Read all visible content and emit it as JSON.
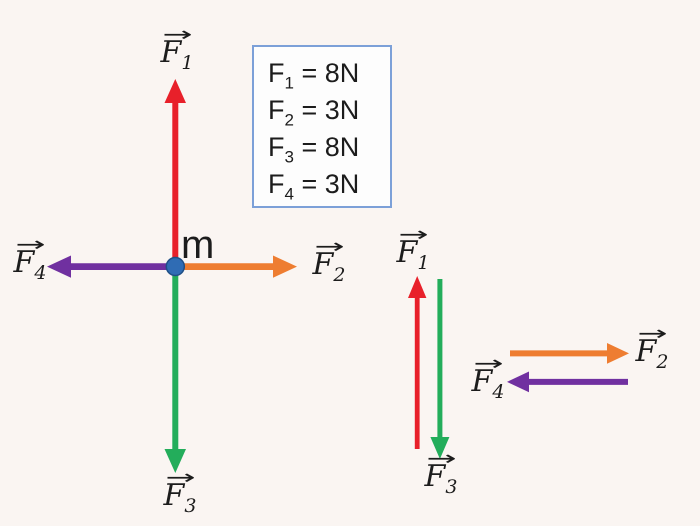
{
  "colors": {
    "background": "#faf5f2",
    "red": "#e8202a",
    "orange": "#ee7d31",
    "green": "#23ad5b",
    "purple": "#7030a0",
    "dot_blue": "#2f6cb4",
    "dot_stroke": "#1f4f86",
    "legend_border": "#7ca0d8",
    "legend_bg": "#fdfdfd",
    "text": "#1c1c1c"
  },
  "symbols": {
    "vector_arrow": "→"
  },
  "vectors": {
    "f1": {
      "name": "F",
      "sub": "1",
      "magnitude": "8N",
      "direction": "up"
    },
    "f2": {
      "name": "F",
      "sub": "2",
      "magnitude": "3N",
      "direction": "right"
    },
    "f3": {
      "name": "F",
      "sub": "3",
      "magnitude": "8N",
      "direction": "down"
    },
    "f4": {
      "name": "F",
      "sub": "4",
      "magnitude": "3N",
      "direction": "left"
    }
  },
  "left_diagram": {
    "mass_label": "m"
  },
  "legend": {
    "rows": [
      {
        "symbol": "F",
        "sub": "1",
        "rest": " = 8N"
      },
      {
        "symbol": "F",
        "sub": "2",
        "rest": " = 3N"
      },
      {
        "symbol": "F",
        "sub": "3",
        "rest": " = 8N"
      },
      {
        "symbol": "F",
        "sub": "4",
        "rest": " = 3N"
      }
    ]
  }
}
